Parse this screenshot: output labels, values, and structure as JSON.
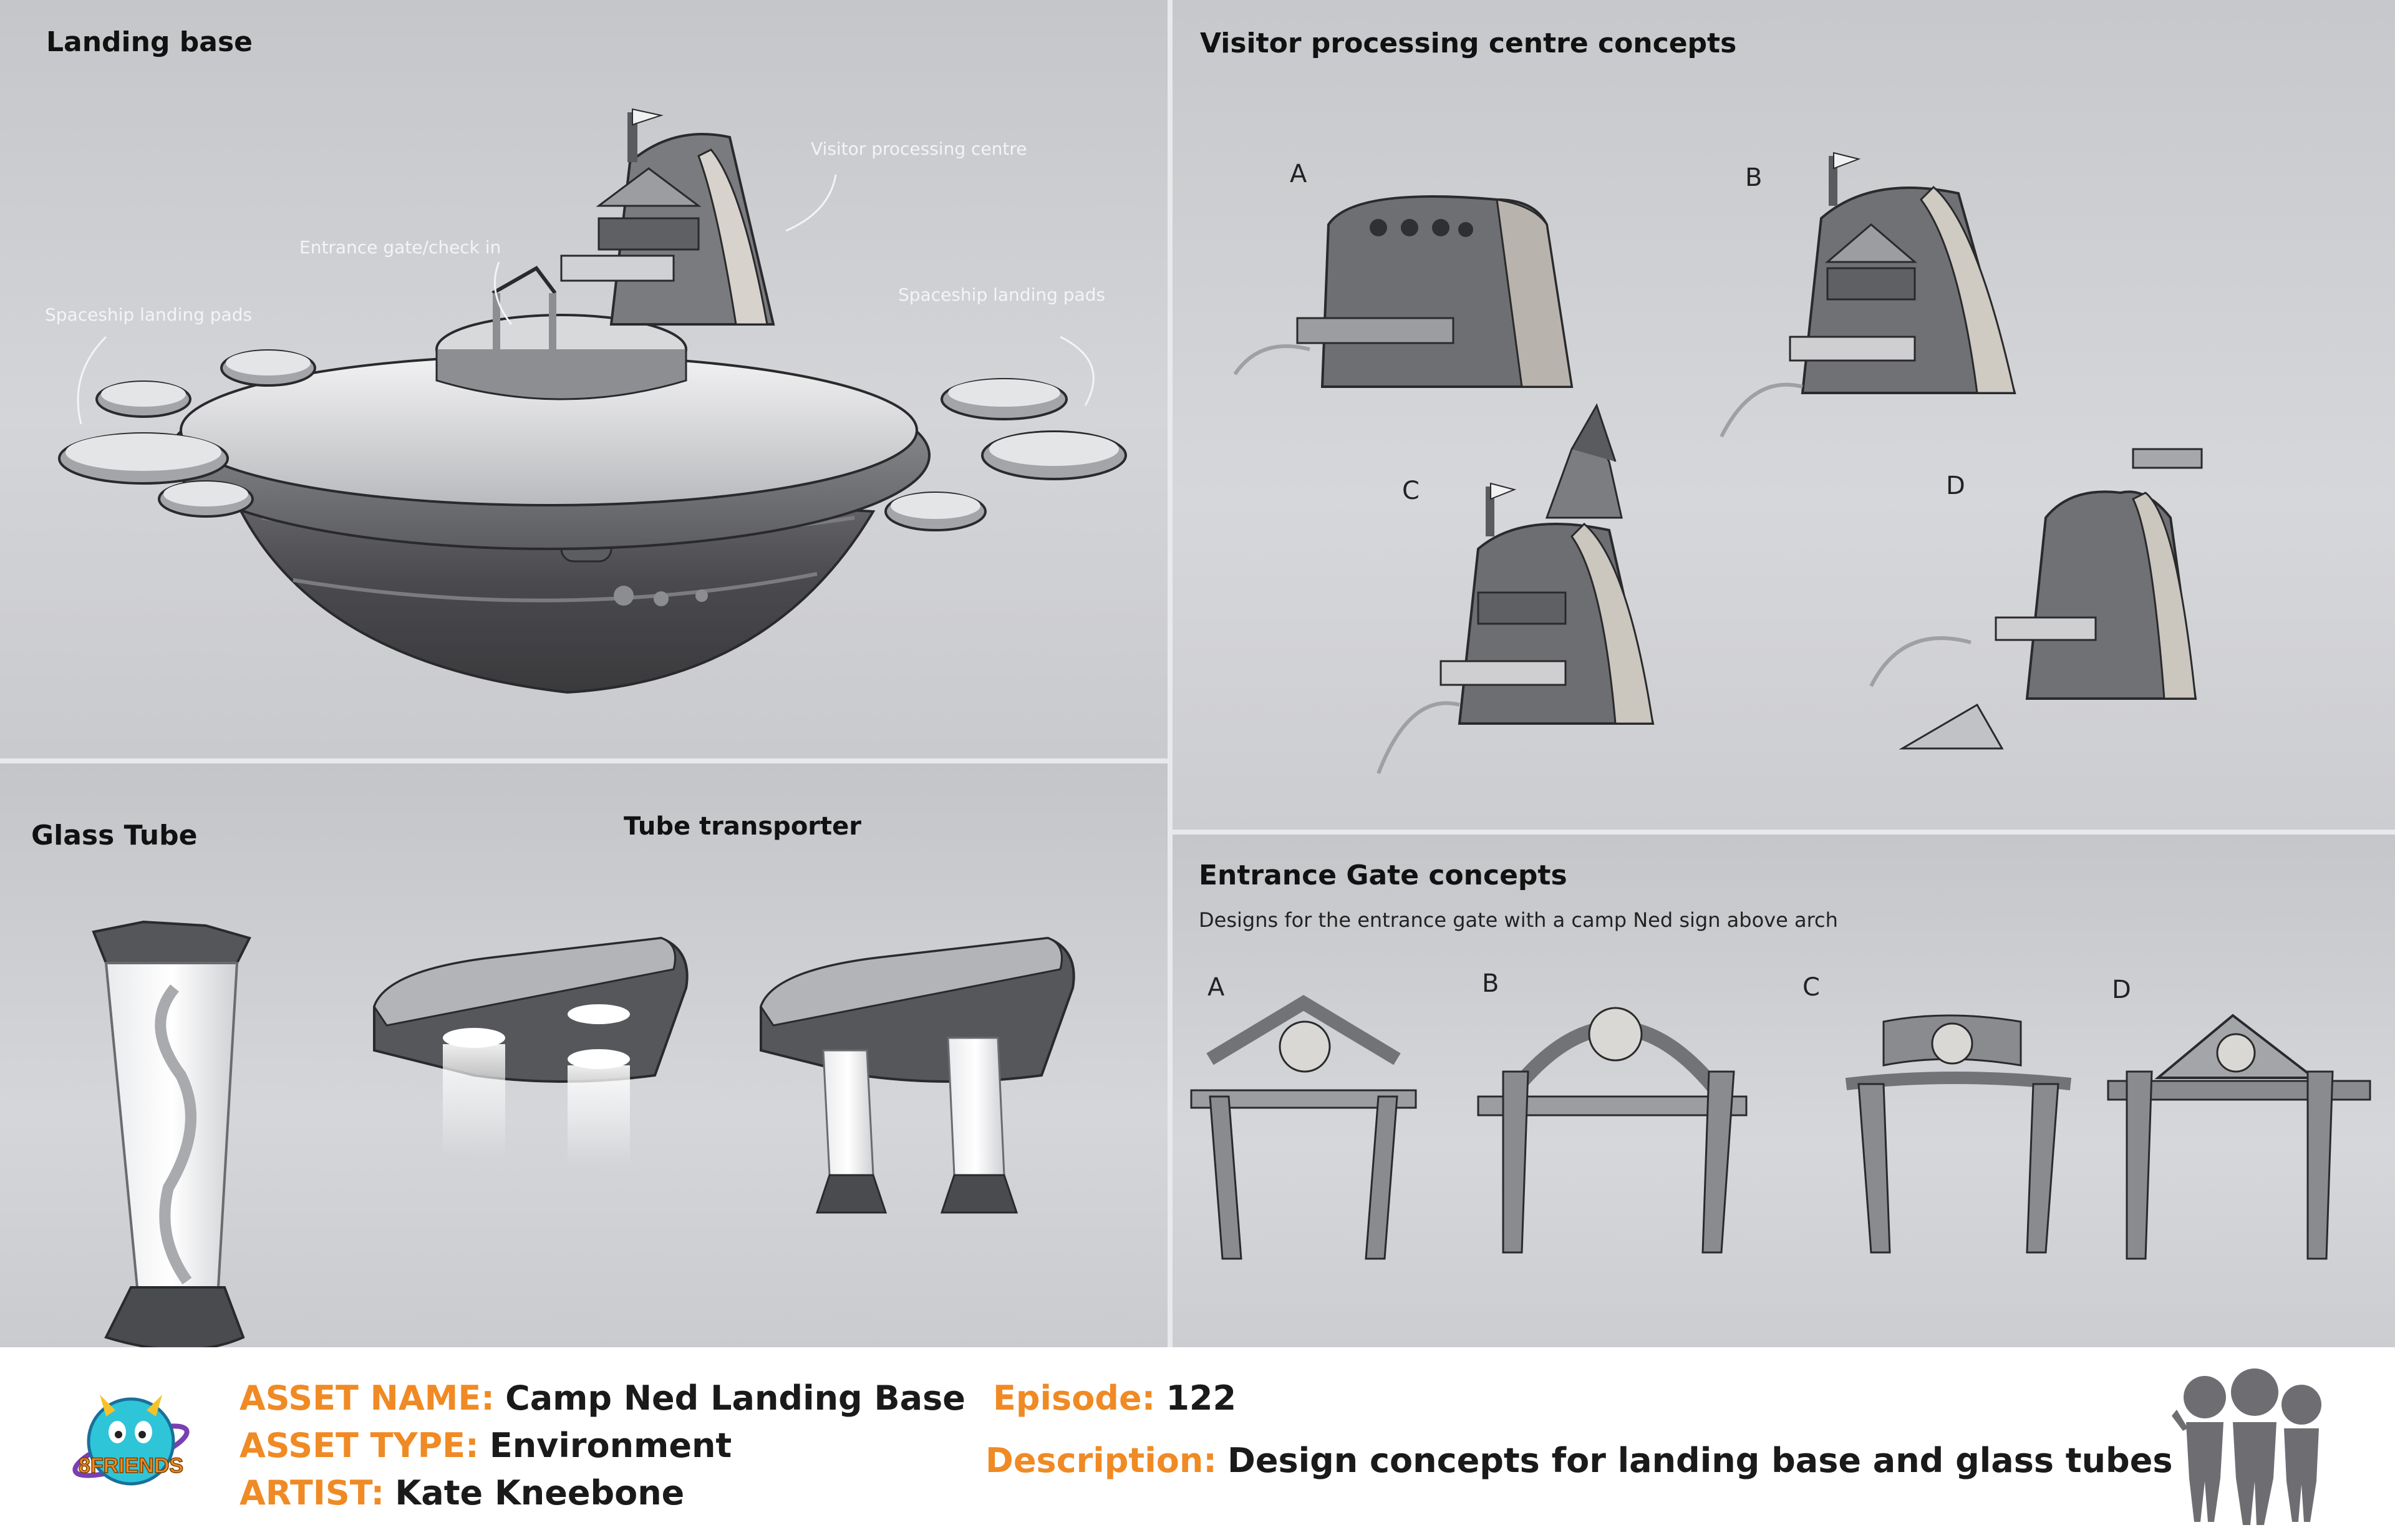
{
  "panels": {
    "landing": {
      "title": "Landing base",
      "annotations": {
        "visitor": "Visitor processing centre",
        "gate": "Entrance gate/check in",
        "pads_left": "Spaceship landing pads",
        "pads_right": "Spaceship landing pads"
      }
    },
    "visitor": {
      "title": "Visitor processing centre concepts",
      "letters": [
        "A",
        "B",
        "C",
        "D"
      ]
    },
    "glass": {
      "title": "Glass Tube",
      "subtitle": "Tube transporter"
    },
    "gate": {
      "title": "Entrance Gate concepts",
      "description": "Designs for the entrance gate with a camp Ned sign above arch",
      "letters": [
        "A",
        "B",
        "C",
        "D"
      ]
    }
  },
  "footer": {
    "asset_name_label": "ASSET NAME:",
    "asset_name": "Camp Ned Landing Base",
    "asset_type_label": "ASSET TYPE:",
    "asset_type": "Environment",
    "artist_label": "ARTIST:",
    "artist": "Kate Kneebone",
    "episode_label": "Episode:",
    "episode": "122",
    "description_label": "Description:",
    "description": "Design concepts for landing base and glass tubes",
    "logo_text": "8FRIENDS"
  },
  "colors": {
    "accent": "#f08a24",
    "divider": "#e8e9eb",
    "footer_bg": "#ffffff"
  }
}
